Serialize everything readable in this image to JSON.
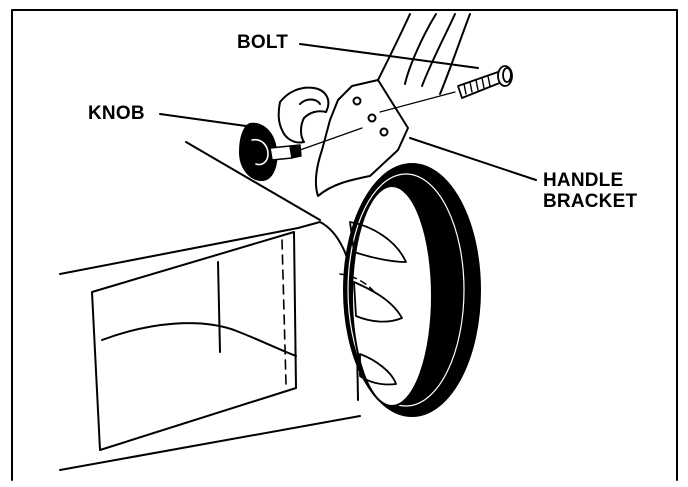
{
  "labels": {
    "bolt": "BOLT",
    "knob": "KNOB",
    "handle_line1": "HANDLE",
    "handle_line2": "BRACKET"
  },
  "colors": {
    "ink": "#000000",
    "paper": "#ffffff"
  }
}
